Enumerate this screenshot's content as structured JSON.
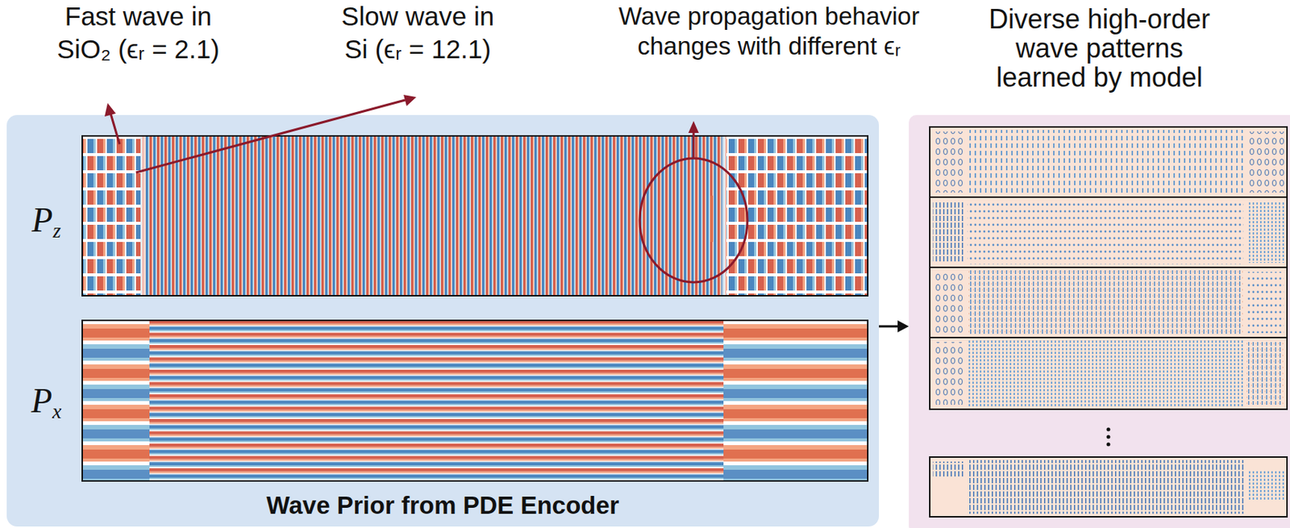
{
  "diagram": {
    "nodes": [
      {
        "text": [
          "Wave Prior from PDE Encoder"
        ]
      },
      {
        "text": [
          "Diverse high-order wave patterns learned by model"
        ]
      }
    ],
    "edges": [
      {
        "from": 0,
        "to": 1,
        "arrow": "to"
      }
    ],
    "labels": [
      "Fast wave in SiO₂ (ϵᵣ = 2.1)",
      "Slow wave in Si (ϵᵣ = 12.1)",
      "Wave propagation behavior changes with different ϵᵣ",
      "Pz",
      "Px"
    ]
  }
}
